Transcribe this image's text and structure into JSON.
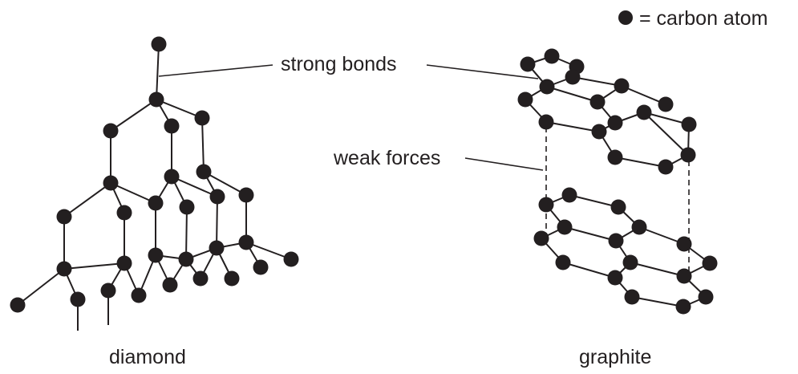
{
  "legend": {
    "symbol": "carbon-atom-dot",
    "text": "= carbon atom"
  },
  "labels": {
    "strong_bonds": "strong bonds",
    "weak_forces": "weak forces",
    "diamond": "diamond",
    "graphite": "graphite"
  },
  "colors": {
    "ink": "#231f20",
    "background": "#ffffff"
  }
}
